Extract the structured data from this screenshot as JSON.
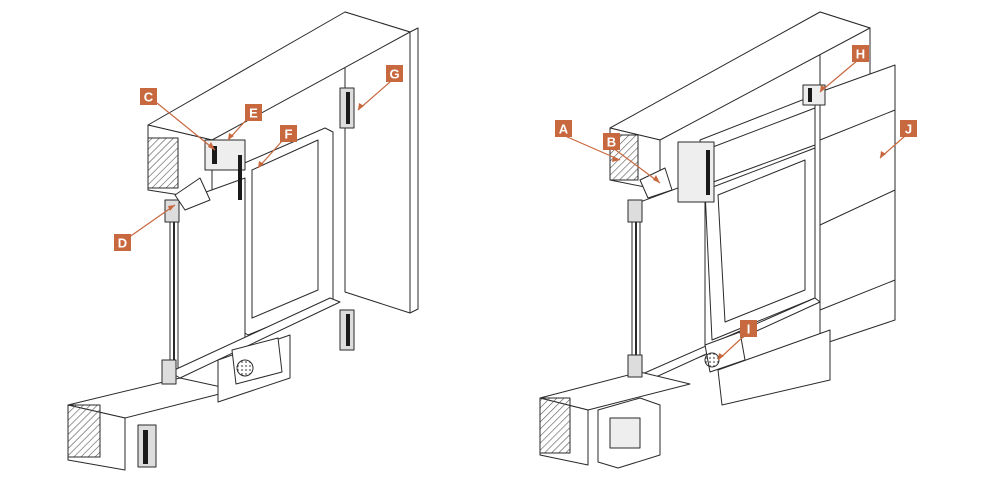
{
  "colors": {
    "line": "#2a2a2a",
    "fill": "#ffffff",
    "hatch": "#444444",
    "dark": "#1a1a1a",
    "callout_bg": "#c8683e",
    "callout_text": "#ffffff"
  },
  "labels": {
    "A": "A",
    "B": "B",
    "C": "C",
    "D": "D",
    "E": "E",
    "F": "F",
    "G": "G",
    "H": "H",
    "I": "I",
    "J": "J"
  }
}
